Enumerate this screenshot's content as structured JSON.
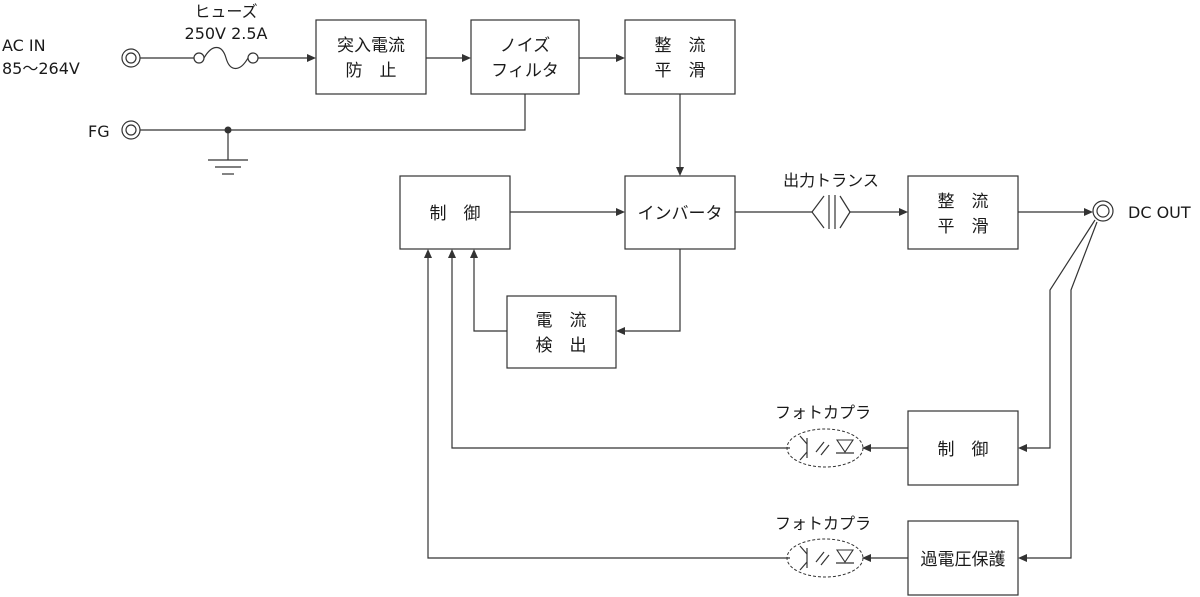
{
  "labels": {
    "fuse": "ヒューズ",
    "fuse_rating": "250V 2.5A",
    "ac_in": "AC IN",
    "ac_range": "85〜264V",
    "fg": "FG",
    "transformer": "出力トランス",
    "dc_out": "DC OUT",
    "photocoupler_1": "フォトカプラ",
    "photocoupler_2": "フォトカプラ"
  },
  "blocks": {
    "inrush": [
      "突入電流",
      "防　止"
    ],
    "noise_filter": [
      "ノイズ",
      "フィルタ"
    ],
    "rectify_1": [
      "整　流",
      "平　滑"
    ],
    "control_main": [
      "制　御"
    ],
    "inverter": [
      "インバータ"
    ],
    "current_detect": [
      "電　流",
      "検　出"
    ],
    "rectify_2": [
      "整　流",
      "平　滑"
    ],
    "control_out": [
      "制　御"
    ],
    "ovp": [
      "過電圧保護"
    ]
  },
  "colors": {
    "line": "#333333",
    "text": "#1a1a1a",
    "background": "#ffffff"
  }
}
